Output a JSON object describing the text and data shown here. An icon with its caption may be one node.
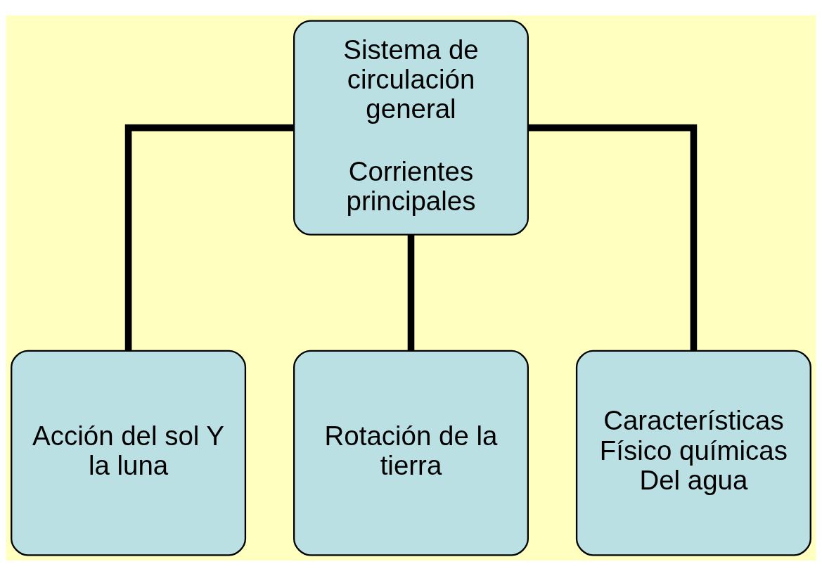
{
  "diagram": {
    "nodes": [
      {
        "text": [
          "Sistema de circulación general",
          "Corrientes principales"
        ]
      },
      {
        "text": [
          "Acción del sol Y la luna"
        ]
      },
      {
        "text": [
          "Rotación de la tierra"
        ]
      },
      {
        "text": [
          "Características Físico químicas Del agua"
        ]
      }
    ],
    "edges": [
      {
        "from": 0,
        "to": 1,
        "arrow": "none"
      },
      {
        "from": 0,
        "to": 2,
        "arrow": "none"
      },
      {
        "from": 0,
        "to": 3,
        "arrow": "none"
      }
    ]
  }
}
